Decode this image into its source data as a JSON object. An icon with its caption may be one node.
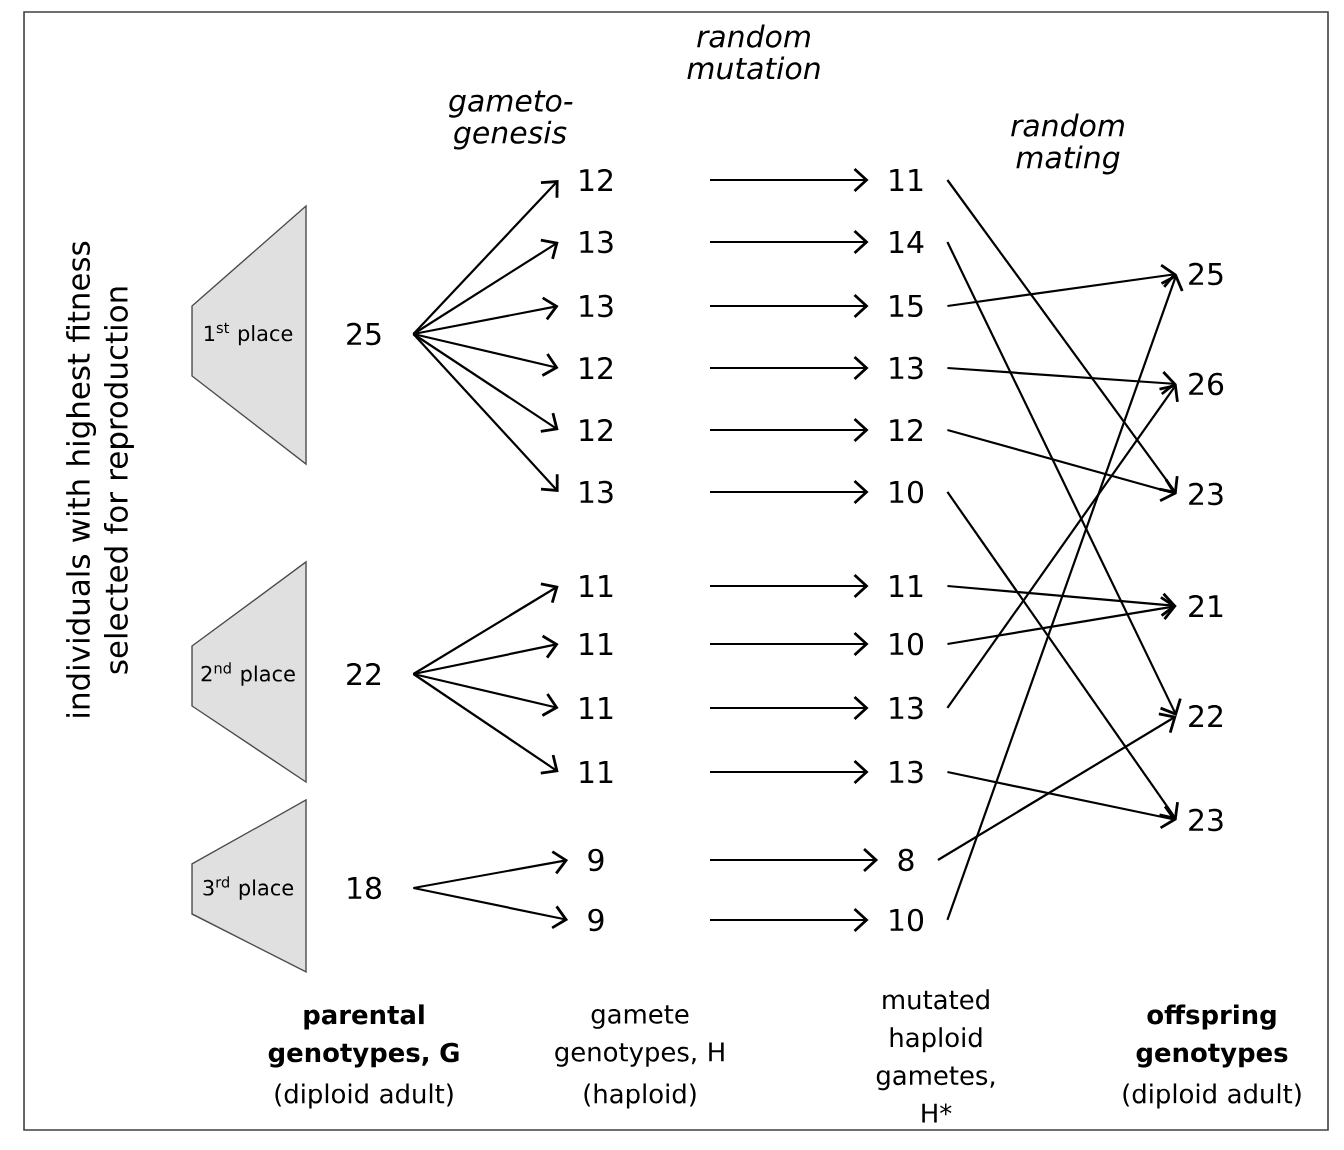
{
  "diagram": {
    "nodes": [
      {
        "text": [
          "1$^{st}$ place"
        ]
      },
      {
        "text": [
          "25"
        ]
      },
      {
        "text": [
          "2$^{nd}$ place"
        ]
      },
      {
        "text": [
          "22"
        ]
      },
      {
        "text": [
          "3$^{rd}$ place"
        ]
      },
      {
        "text": [
          "18"
        ]
      },
      {
        "text": [
          "12"
        ]
      },
      {
        "text": [
          "13"
        ]
      },
      {
        "text": [
          "13"
        ]
      },
      {
        "text": [
          "12"
        ]
      },
      {
        "text": [
          "12"
        ]
      },
      {
        "text": [
          "13"
        ]
      },
      {
        "text": [
          "11"
        ]
      },
      {
        "text": [
          "11"
        ]
      },
      {
        "text": [
          "11"
        ]
      },
      {
        "text": [
          "11"
        ]
      },
      {
        "text": [
          "9"
        ]
      },
      {
        "text": [
          "9"
        ]
      },
      {
        "text": [
          "11"
        ]
      },
      {
        "text": [
          "14"
        ]
      },
      {
        "text": [
          "15"
        ]
      },
      {
        "text": [
          "13"
        ]
      },
      {
        "text": [
          "12"
        ]
      },
      {
        "text": [
          "10"
        ]
      },
      {
        "text": [
          "11"
        ]
      },
      {
        "text": [
          "10"
        ]
      },
      {
        "text": [
          "13"
        ]
      },
      {
        "text": [
          "13"
        ]
      },
      {
        "text": [
          "8"
        ]
      },
      {
        "text": [
          "10"
        ]
      },
      {
        "text": [
          "25"
        ]
      },
      {
        "text": [
          "26"
        ]
      },
      {
        "text": [
          "23"
        ]
      },
      {
        "text": [
          "21"
        ]
      },
      {
        "text": [
          "22"
        ]
      },
      {
        "text": [
          "23"
        ]
      }
    ],
    "edges": [
      {
        "from": 1,
        "to": 6,
        "arrow": "to"
      },
      {
        "from": 1,
        "to": 7,
        "arrow": "to"
      },
      {
        "from": 1,
        "to": 8,
        "arrow": "to"
      },
      {
        "from": 1,
        "to": 9,
        "arrow": "to"
      },
      {
        "from": 1,
        "to": 10,
        "arrow": "to"
      },
      {
        "from": 1,
        "to": 11,
        "arrow": "to"
      },
      {
        "from": 3,
        "to": 12,
        "arrow": "to"
      },
      {
        "from": 3,
        "to": 13,
        "arrow": "to"
      },
      {
        "from": 3,
        "to": 14,
        "arrow": "to"
      },
      {
        "from": 3,
        "to": 15,
        "arrow": "to"
      },
      {
        "from": 5,
        "to": 16,
        "arrow": "to"
      },
      {
        "from": 5,
        "to": 17,
        "arrow": "to"
      },
      {
        "from": 6,
        "to": 18,
        "arrow": "to"
      },
      {
        "from": 7,
        "to": 19,
        "arrow": "to"
      },
      {
        "from": 8,
        "to": 20,
        "arrow": "to"
      },
      {
        "from": 9,
        "to": 21,
        "arrow": "to"
      },
      {
        "from": 10,
        "to": 22,
        "arrow": "to"
      },
      {
        "from": 11,
        "to": 23,
        "arrow": "to"
      },
      {
        "from": 12,
        "to": 24,
        "arrow": "to"
      },
      {
        "from": 13,
        "to": 25,
        "arrow": "to"
      },
      {
        "from": 14,
        "to": 26,
        "arrow": "to"
      },
      {
        "from": 15,
        "to": 27,
        "arrow": "to"
      },
      {
        "from": 16,
        "to": 28,
        "arrow": "to"
      },
      {
        "from": 17,
        "to": 29,
        "arrow": "to"
      },
      {
        "from": 18,
        "to": 32,
        "arrow": "to"
      },
      {
        "from": 19,
        "to": 34,
        "arrow": "to"
      },
      {
        "from": 20,
        "to": 30,
        "arrow": "to"
      },
      {
        "from": 21,
        "to": 31,
        "arrow": "to"
      },
      {
        "from": 22,
        "to": 32,
        "arrow": "to"
      },
      {
        "from": 23,
        "to": 35,
        "arrow": "to"
      },
      {
        "from": 24,
        "to": 33,
        "arrow": "to"
      },
      {
        "from": 25,
        "to": 33,
        "arrow": "to"
      },
      {
        "from": 26,
        "to": 31,
        "arrow": "to"
      },
      {
        "from": 27,
        "to": 35,
        "arrow": "to"
      },
      {
        "from": 28,
        "to": 34,
        "arrow": "to"
      },
      {
        "from": 29,
        "to": 30,
        "arrow": "to"
      }
    ],
    "labels": [
      "individuals with highest fitness selected for reproduction",
      "gameto- genesis",
      "random mutation",
      "random mating",
      "parental genotypes, G",
      "(diploid adult)",
      "gamete genotypes, H",
      "(haploid)",
      "mutated haploid gametes, H*",
      "offspring genotypes",
      "(diploid adult)"
    ]
  }
}
